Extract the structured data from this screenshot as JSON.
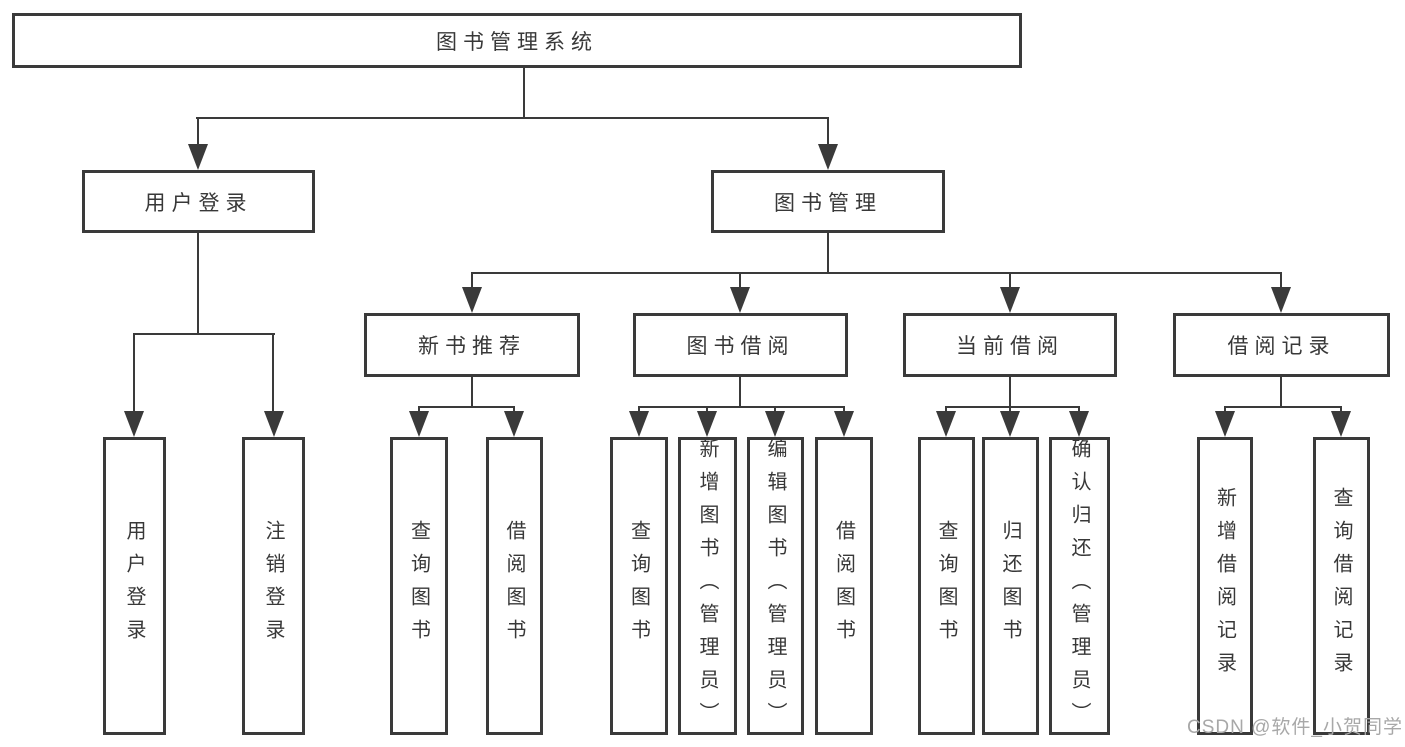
{
  "diagram_title": "图书管理系统",
  "tree": {
    "root": {
      "label": "图书管理系统"
    },
    "level2": [
      {
        "label": "用户登录"
      },
      {
        "label": "图书管理"
      }
    ],
    "level3": [
      {
        "parent": "图书管理",
        "label": "新书推荐"
      },
      {
        "parent": "图书管理",
        "label": "图书借阅"
      },
      {
        "parent": "图书管理",
        "label": "当前借阅"
      },
      {
        "parent": "图书管理",
        "label": "借阅记录"
      }
    ],
    "level4": [
      {
        "parent": "用户登录",
        "label": "用户登录"
      },
      {
        "parent": "用户登录",
        "label": "注销登录"
      },
      {
        "parent": "新书推荐",
        "label": "查询图书"
      },
      {
        "parent": "新书推荐",
        "label": "借阅图书"
      },
      {
        "parent": "图书借阅",
        "label": "查询图书"
      },
      {
        "parent": "图书借阅",
        "label": "新增图书（管理员）"
      },
      {
        "parent": "图书借阅",
        "label": "编辑图书（管理员）"
      },
      {
        "parent": "图书借阅",
        "label": "借阅图书"
      },
      {
        "parent": "当前借阅",
        "label": "查询图书"
      },
      {
        "parent": "当前借阅",
        "label": "归还图书"
      },
      {
        "parent": "当前借阅",
        "label": "确认归还（管理员）"
      },
      {
        "parent": "借阅记录",
        "label": "新增借阅记录"
      },
      {
        "parent": "借阅记录",
        "label": "查询借阅记录"
      }
    ]
  },
  "watermark": {
    "text": "CSDN @软件_小贺同学",
    "color": "#a8a8a8"
  },
  "colors": {
    "line": "#3a3a3a",
    "border": "#3a3a3a",
    "text": "#383838",
    "background": "#ffffff"
  }
}
